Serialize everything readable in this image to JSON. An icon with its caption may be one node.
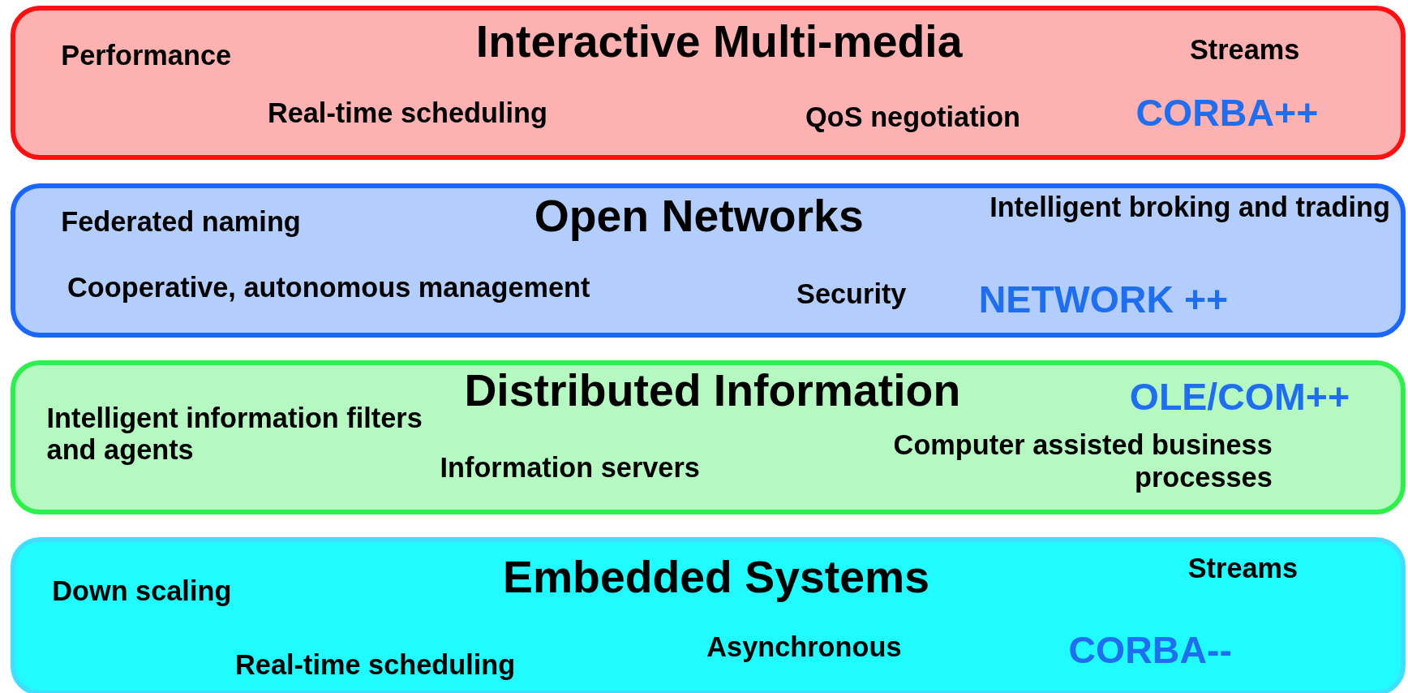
{
  "diagram": {
    "nodes": [
      {
        "text": [
          "Interactive Multi-media",
          "Performance",
          "Streams",
          "Real-time scheduling",
          "QoS negotiation",
          "CORBA++"
        ]
      },
      {
        "text": [
          "Open Networks",
          "Federated naming",
          "Intelligent broking and trading",
          "Cooperative, autonomous management",
          "Security",
          "NETWORK ++"
        ]
      },
      {
        "text": [
          "Distributed Information",
          "OLE/COM++",
          "Intelligent information filters and agents",
          "Information servers",
          "Computer assisted business processes"
        ]
      },
      {
        "text": [
          "Embedded Systems",
          "Streams",
          "Down scaling",
          "Real-time scheduling",
          "Asynchronous",
          "CORBA--"
        ]
      }
    ]
  }
}
